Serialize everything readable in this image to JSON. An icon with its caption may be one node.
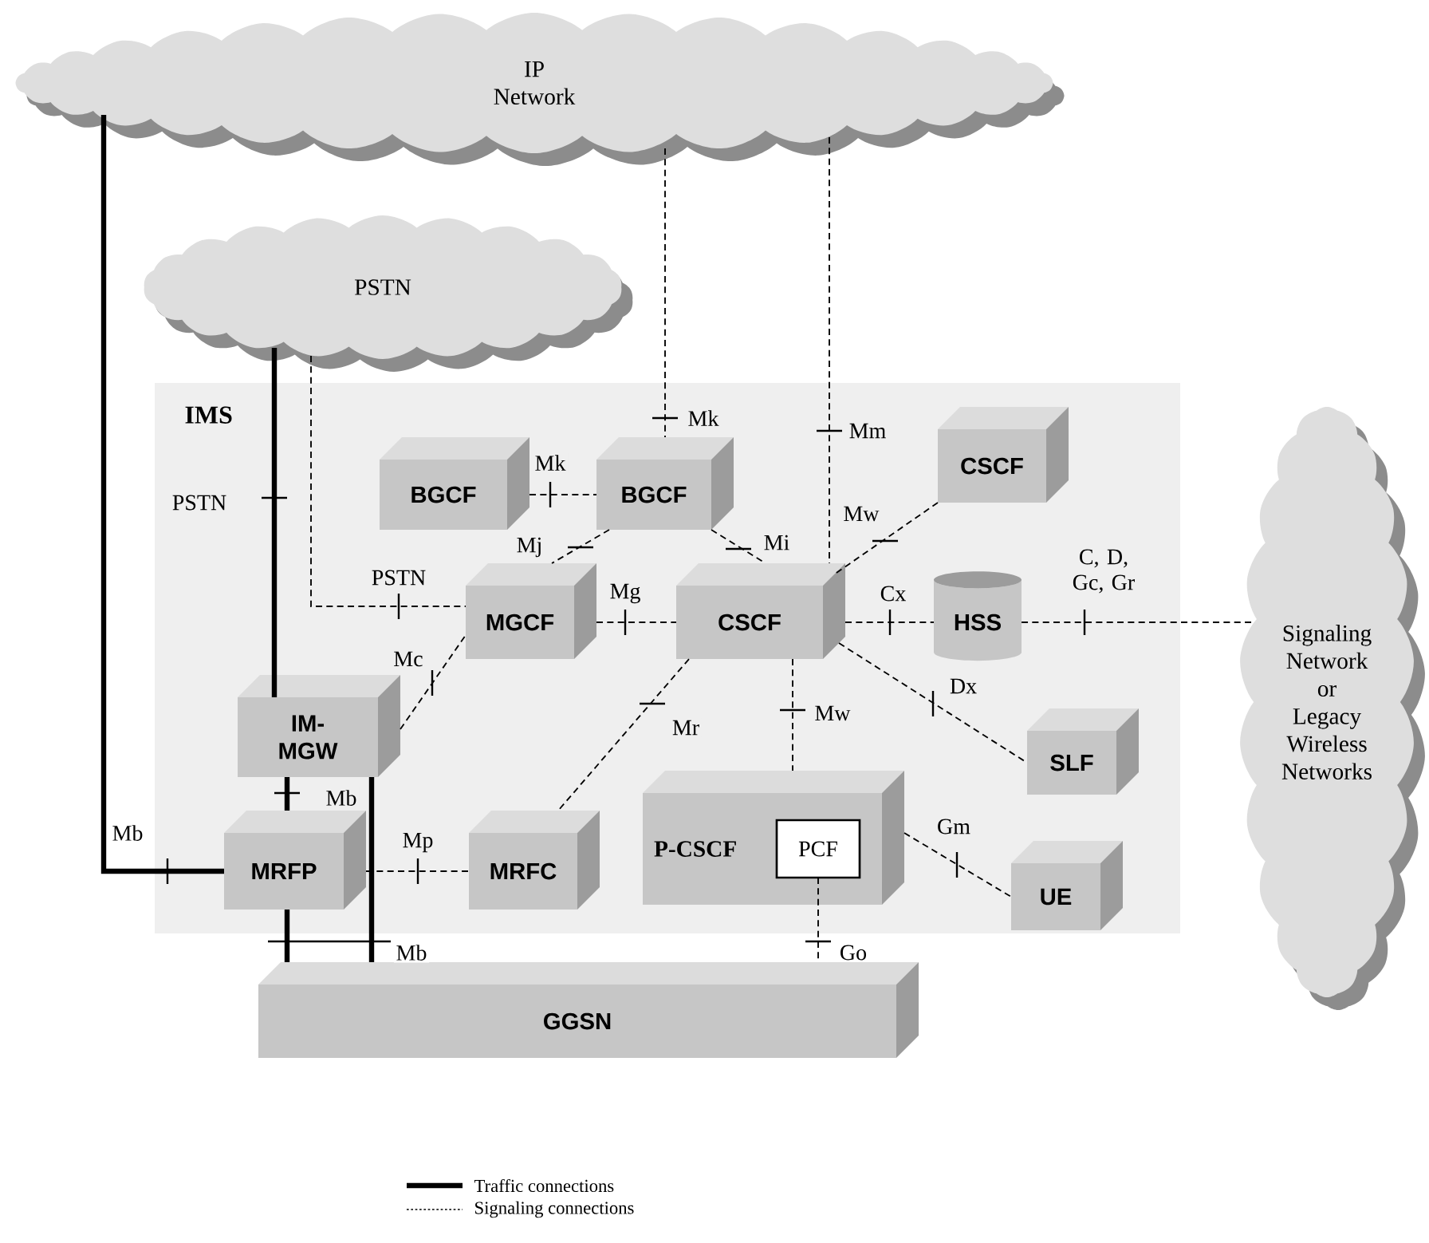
{
  "diagram": {
    "nodes": [
      {
        "text": [
          "IP Network"
        ]
      },
      {
        "text": [
          "PSTN"
        ]
      },
      {
        "text": [
          "IMS"
        ]
      },
      {
        "text": [
          "BGCF"
        ],
        "in": 2
      },
      {
        "text": [
          "BGCF"
        ],
        "in": 2
      },
      {
        "text": [
          "CSCF"
        ],
        "in": 2
      },
      {
        "text": [
          "MGCF"
        ],
        "in": 2
      },
      {
        "text": [
          "CSCF"
        ],
        "in": 2
      },
      {
        "text": [
          "HSS"
        ],
        "in": 2
      },
      {
        "text": [
          "IM-MGW"
        ],
        "in": 2
      },
      {
        "text": [
          "SLF"
        ],
        "in": 2
      },
      {
        "text": [
          "P-CSCF"
        ],
        "in": 2
      },
      {
        "text": [
          "PCF"
        ],
        "in": 11
      },
      {
        "text": [
          "MRFP"
        ],
        "in": 2
      },
      {
        "text": [
          "MRFC"
        ],
        "in": 2
      },
      {
        "text": [
          "UE"
        ],
        "in": 2
      },
      {
        "text": [
          "GGSN"
        ]
      },
      {
        "text": [
          "Signaling Network or Legacy Wireless Networks"
        ]
      }
    ],
    "edges": [
      {
        "from": 0,
        "to": 13,
        "arrow": "none",
        "label": "Mb",
        "style": "thick"
      },
      {
        "from": 1,
        "to": 9,
        "arrow": "none",
        "label": "PSTN",
        "style": "thick"
      },
      {
        "from": 9,
        "to": 13,
        "arrow": "none",
        "label": "Mb",
        "style": "thick"
      },
      {
        "from": 13,
        "to": 16,
        "arrow": "none",
        "style": "thick"
      },
      {
        "from": 9,
        "to": 16,
        "arrow": "none",
        "label": "Mb",
        "style": "thick"
      },
      {
        "from": 0,
        "to": 4,
        "arrow": "none",
        "label": "Mk",
        "style": "dashed"
      },
      {
        "from": 0,
        "to": 7,
        "arrow": "none",
        "label": "Mm",
        "style": "dashed"
      },
      {
        "from": 1,
        "to": 6,
        "arrow": "none",
        "label": "PSTN",
        "style": "dashed"
      },
      {
        "from": 3,
        "to": 4,
        "arrow": "none",
        "label": "Mk",
        "style": "dashed"
      },
      {
        "from": 4,
        "to": 6,
        "arrow": "none",
        "label": "Mj",
        "style": "dashed"
      },
      {
        "from": 4,
        "to": 7,
        "arrow": "none",
        "label": "Mi",
        "style": "dashed"
      },
      {
        "from": 5,
        "to": 7,
        "arrow": "none",
        "label": "Mw",
        "style": "dashed"
      },
      {
        "from": 6,
        "to": 7,
        "arrow": "none",
        "label": "Mg",
        "style": "dashed"
      },
      {
        "from": 9,
        "to": 6,
        "arrow": "none",
        "label": "Mc",
        "style": "dashed"
      },
      {
        "from": 7,
        "to": 8,
        "arrow": "none",
        "label": "Cx",
        "style": "dashed"
      },
      {
        "from": 8,
        "to": 17,
        "arrow": "none",
        "label": "C, D, Gc, Gr",
        "style": "dashed"
      },
      {
        "from": 7,
        "to": 10,
        "arrow": "none",
        "label": "Dx",
        "style": "dashed"
      },
      {
        "from": 7,
        "to": 14,
        "arrow": "none",
        "label": "Mr",
        "style": "dashed"
      },
      {
        "from": 7,
        "to": 11,
        "arrow": "none",
        "label": "Mw",
        "style": "dashed"
      },
      {
        "from": 13,
        "to": 14,
        "arrow": "none",
        "label": "Mp",
        "style": "dashed"
      },
      {
        "from": 11,
        "to": 15,
        "arrow": "none",
        "label": "Gm",
        "style": "dashed"
      },
      {
        "from": 12,
        "to": 16,
        "arrow": "none",
        "label": "Go",
        "style": "dashed"
      }
    ],
    "legend": [
      {
        "text": "Traffic connections"
      },
      {
        "text": "Signaling connections"
      }
    ]
  }
}
